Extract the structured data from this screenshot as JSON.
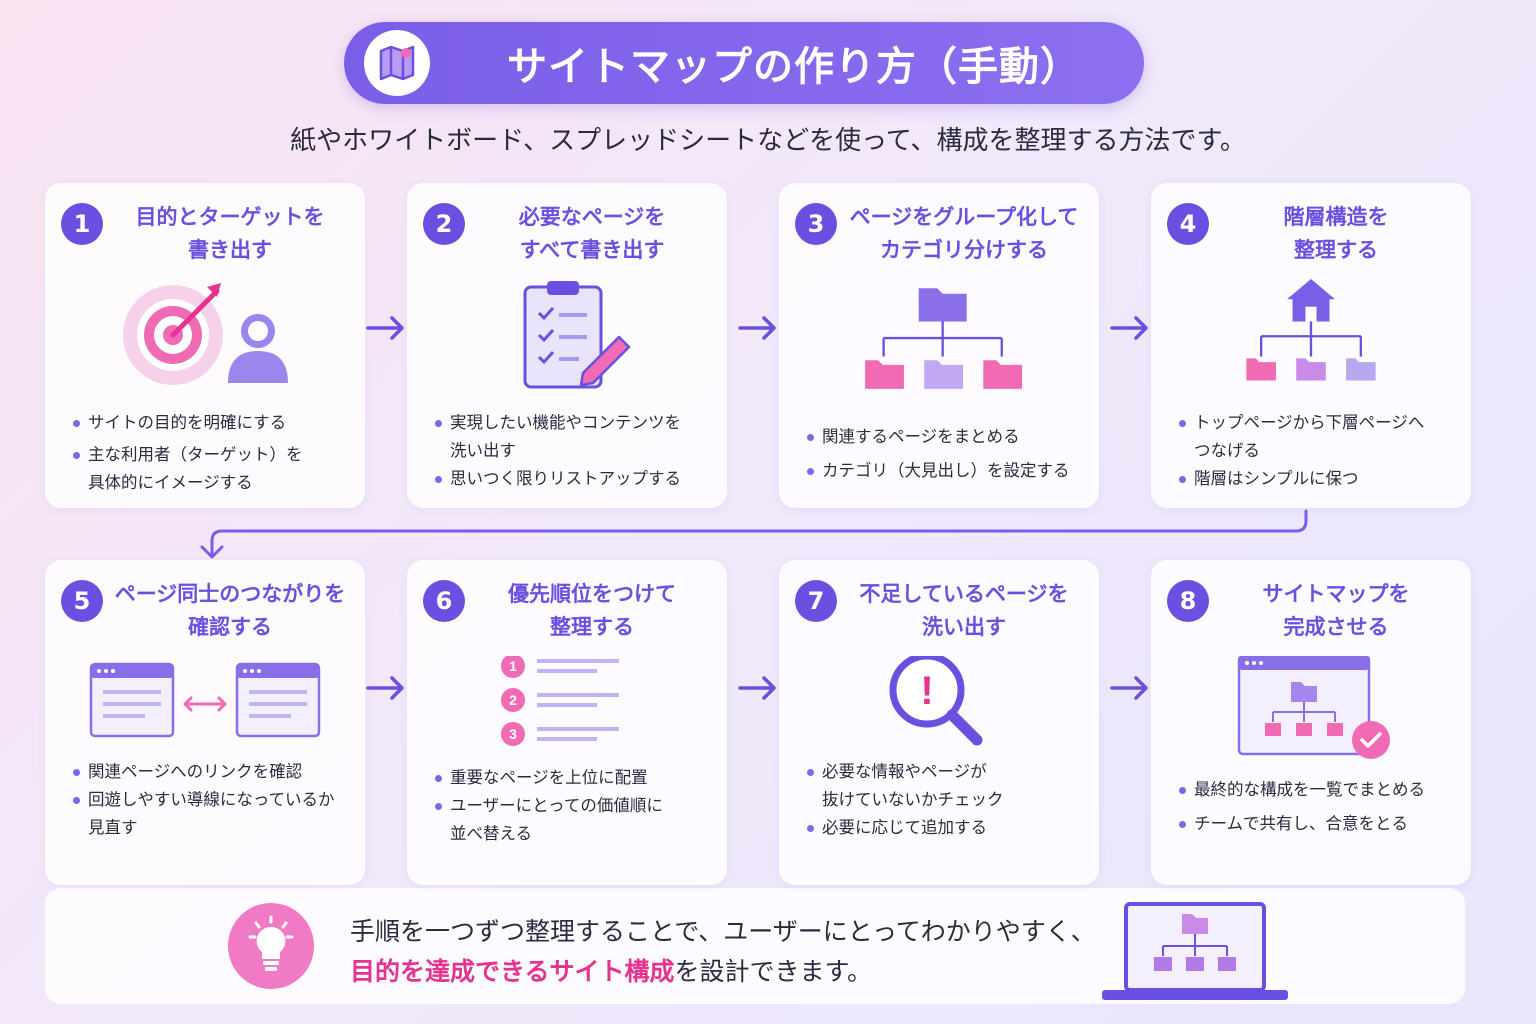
{
  "header": {
    "title": "サイトマップの作り方（手動）",
    "subtitle": "紙やホワイトボード、スプレッドシートなどを使って、構成を整理する方法です。"
  },
  "icons": {
    "title": "map-icon",
    "step1": "target-person-icon",
    "step2": "clipboard-pencil-icon",
    "step3": "folder-tree-icon",
    "step4": "house-hierarchy-icon",
    "step5": "linked-pages-icon",
    "step6": "priority-list-icon",
    "step7": "magnifier-alert-icon",
    "step8": "sitemap-complete-icon",
    "tip": "lightbulb-icon",
    "laptop": "laptop-sitemap-icon"
  },
  "colors": {
    "primary": "#6a4fe0",
    "accent_pink": "#f06ab4",
    "accent_lavender": "#b89cf2",
    "highlight": "#e6338f"
  },
  "steps": [
    {
      "num": "1",
      "title_lines": [
        "目的とターゲットを",
        "書き出す"
      ],
      "bullets": [
        "サイトの目的を明確にする",
        "主な利用者（ターゲット）を",
        "具体的にイメージする"
      ]
    },
    {
      "num": "2",
      "title_lines": [
        "必要なページを",
        "すべて書き出す"
      ],
      "bullets": [
        "実現したい機能やコンテンツを",
        "洗い出す",
        "思いつく限りリストアップする"
      ]
    },
    {
      "num": "3",
      "title_lines": [
        "ページをグループ化して",
        "カテゴリ分けする"
      ],
      "bullets": [
        "関連するページをまとめる",
        "カテゴリ（大見出し）を設定する"
      ]
    },
    {
      "num": "4",
      "title_lines": [
        "階層構造を",
        "整理する"
      ],
      "bullets": [
        "トップページから下層ページへ",
        "つなげる",
        "階層はシンプルに保つ"
      ]
    },
    {
      "num": "5",
      "title_lines": [
        "ページ同士のつながりを",
        "確認する"
      ],
      "bullets": [
        "関連ページへのリンクを確認",
        "回遊しやすい導線になっているか",
        "見直す"
      ]
    },
    {
      "num": "6",
      "title_lines": [
        "優先順位をつけて",
        "整理する"
      ],
      "priority_numbers": [
        "1",
        "2",
        "3"
      ],
      "bullets": [
        "重要なページを上位に配置",
        "ユーザーにとっての価値順に",
        "並べ替える"
      ]
    },
    {
      "num": "7",
      "title_lines": [
        "不足しているページを",
        "洗い出す"
      ],
      "alert_mark": "!",
      "bullets": [
        "必要な情報やページが",
        "抜けていないかチェック",
        "必要に応じて追加する"
      ]
    },
    {
      "num": "8",
      "title_lines": [
        "サイトマップを",
        "完成させる"
      ],
      "bullets": [
        "最終的な構成を一覧でまとめる",
        "チームで共有し、合意をとる"
      ]
    }
  ],
  "footer": {
    "line1": "手順を一つずつ整理することで、ユーザーにとってわかりやすく、",
    "line2_highlight": "目的を達成できるサイト構成",
    "line2_rest": "を設計できます。"
  }
}
